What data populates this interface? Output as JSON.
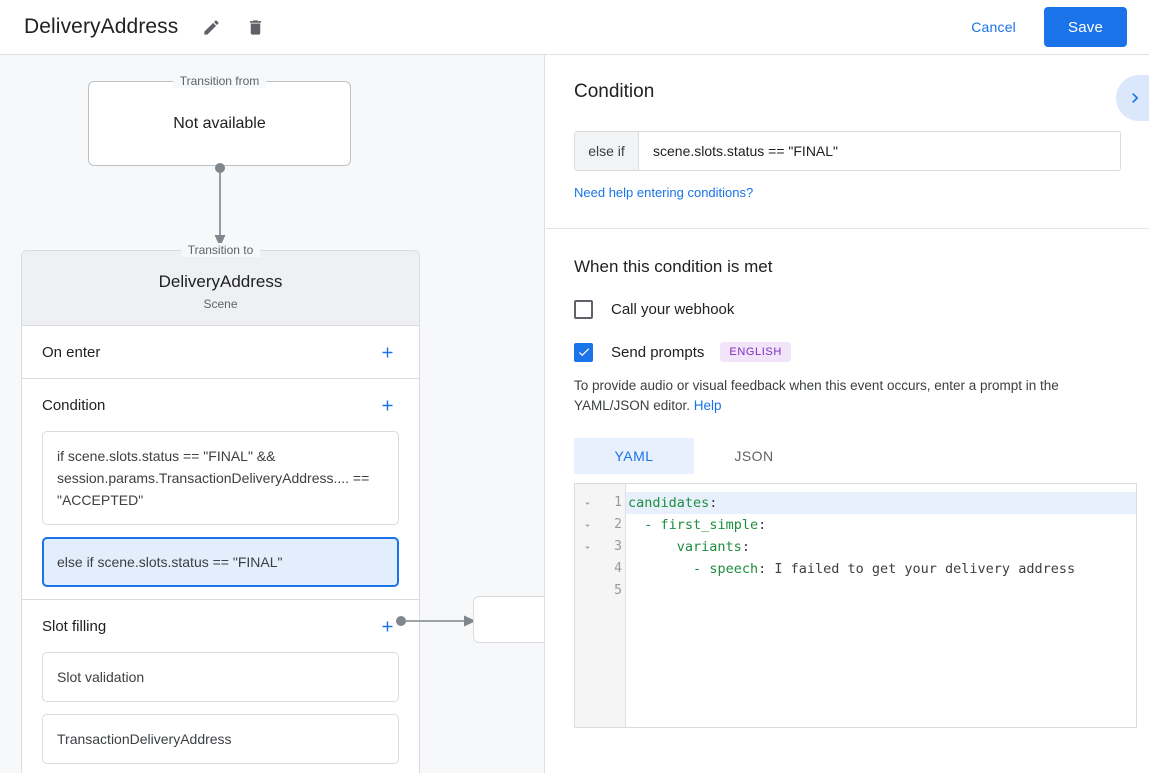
{
  "topbar": {
    "title": "DeliveryAddress",
    "edit_icon": "pencil-icon",
    "delete_icon": "trash-icon",
    "cancel_label": "Cancel",
    "save_label": "Save",
    "accent_color": "#1a73e8"
  },
  "left_panel": {
    "transition_from": {
      "legend": "Transition from",
      "value": "Not available"
    },
    "transition_to": {
      "legend": "Transition to",
      "name": "DeliveryAddress",
      "type": "Scene"
    },
    "sections": [
      {
        "title": "On enter",
        "add_label": "+",
        "items": []
      },
      {
        "title": "Condition",
        "add_label": "+",
        "items": [
          {
            "text": "if scene.slots.status == \"FINAL\" && session.params.TransactionDeliveryAddress.... == \"ACCEPTED\"",
            "selected": false
          },
          {
            "text": "else if scene.slots.status == \"FINAL\"",
            "selected": true
          }
        ]
      },
      {
        "title": "Slot filling",
        "add_label": "+",
        "items": [
          {
            "text": "Slot validation",
            "selected": false
          },
          {
            "text": "TransactionDeliveryAddress",
            "selected": false
          }
        ]
      }
    ]
  },
  "right_panel": {
    "condition": {
      "heading": "Condition",
      "prefix": "else if",
      "value": "scene.slots.status == \"FINAL\"",
      "placeholder": "",
      "help_link": "Need help entering conditions?",
      "expand_icon": "chevron-right-icon"
    },
    "when_met": {
      "heading": "When this condition is met",
      "webhook": {
        "label": "Call your webhook",
        "checked": false
      },
      "send_prompts": {
        "label": "Send prompts",
        "checked": true,
        "badge": "ENGLISH",
        "badge_bg": "#f3e5f9",
        "badge_color": "#7b2cbf"
      },
      "description_before": "To provide audio or visual feedback when this event occurs, enter a prompt in the YAML/JSON editor. ",
      "description_link": "Help"
    },
    "editor": {
      "tabs": [
        {
          "label": "YAML",
          "active": true
        },
        {
          "label": "JSON",
          "active": false
        }
      ],
      "lines": [
        {
          "num": "1",
          "fold": true,
          "highlight": true,
          "indent": "",
          "key": "candidates",
          "colon": ":",
          "value": ""
        },
        {
          "num": "2",
          "fold": true,
          "highlight": false,
          "indent": "  - ",
          "key": "first_simple",
          "colon": ":",
          "value": ""
        },
        {
          "num": "3",
          "fold": true,
          "highlight": false,
          "indent": "      ",
          "key": "variants",
          "colon": ":",
          "value": ""
        },
        {
          "num": "4",
          "fold": false,
          "highlight": false,
          "indent": "        - ",
          "key": "speech",
          "colon": ":",
          "value": " I failed to get your delivery address"
        },
        {
          "num": "5",
          "fold": false,
          "highlight": false,
          "indent": "",
          "key": "",
          "colon": "",
          "value": ""
        }
      ]
    }
  }
}
